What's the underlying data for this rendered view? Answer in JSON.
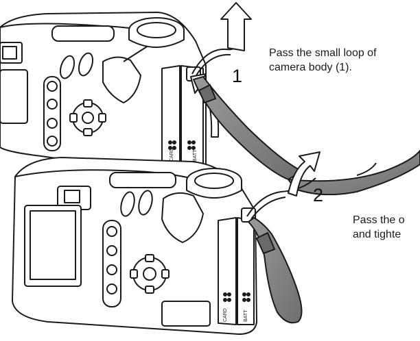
{
  "steps": [
    {
      "number": "1",
      "caption_lines": [
        "Pass the small loop of",
        "camera body (1)."
      ]
    },
    {
      "number": "2",
      "caption_lines": [
        "Pass the o",
        "and tighte"
      ]
    }
  ],
  "camera_markings": {
    "card_label": "CARD",
    "batt_label": "BATT"
  },
  "icons": [
    "up-arrow-icon",
    "curved-arrow-icon",
    "strap-icon",
    "camera-icon"
  ],
  "colors": {
    "line": "#1a1a1a",
    "strap_fill": "#8a8a8a",
    "body_fill": "#ffffff"
  }
}
